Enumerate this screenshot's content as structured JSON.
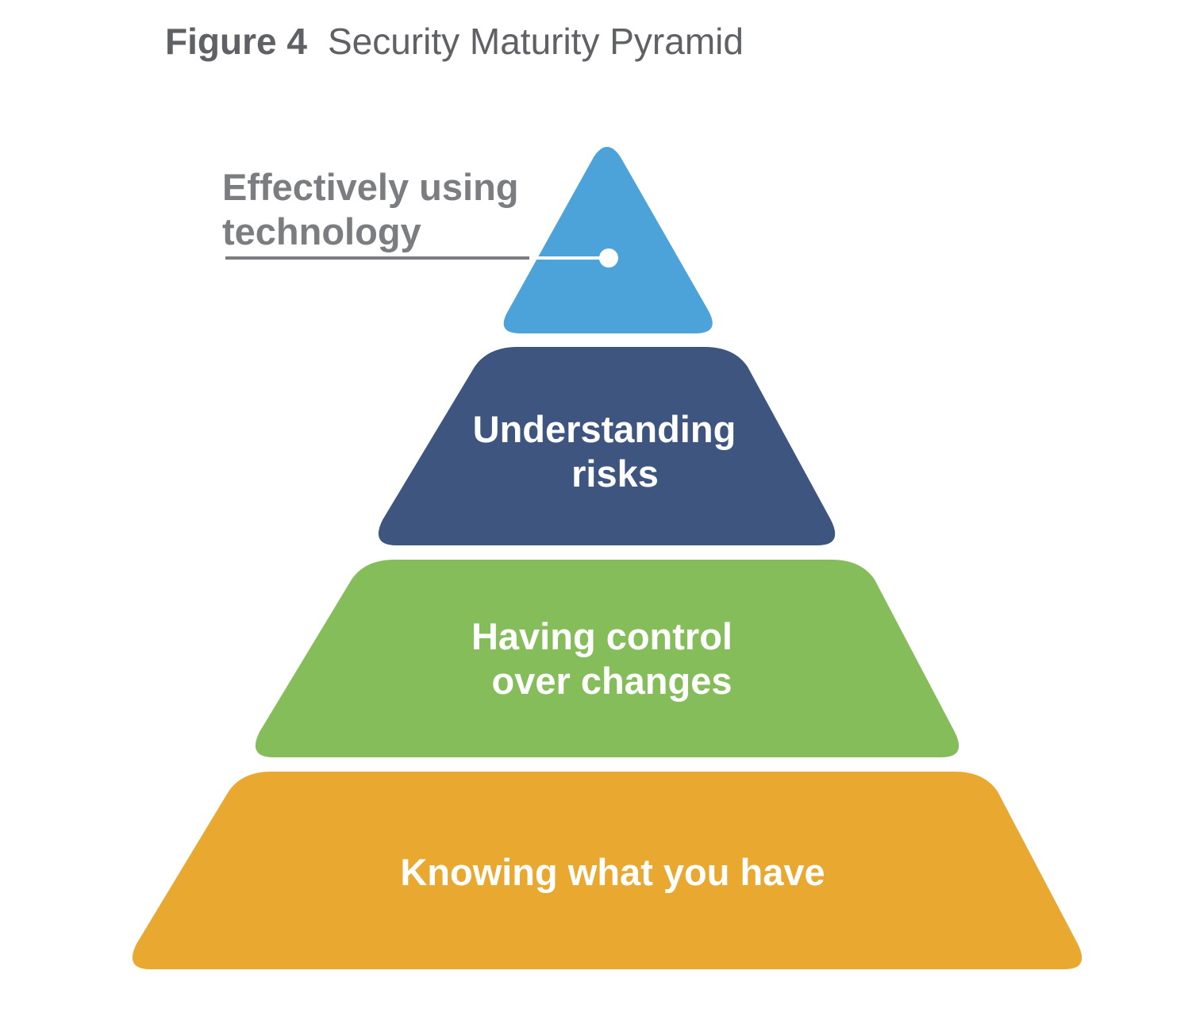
{
  "figure": {
    "number": "Figure 4",
    "title": "Security Maturity Pyramid"
  },
  "pyramid": {
    "tiers": [
      {
        "id": "top",
        "lines": [
          "Effectively using",
          "technology"
        ],
        "color": "#4ba3d9",
        "label_style": "callout"
      },
      {
        "id": "upper-middle",
        "lines": [
          "Understanding",
          "risks"
        ],
        "color": "#3e5580",
        "label_style": "inside"
      },
      {
        "id": "lower-middle",
        "lines": [
          "Having control",
          "over changes"
        ],
        "color": "#85bd5b",
        "label_style": "inside"
      },
      {
        "id": "base",
        "lines": [
          "Knowing what you have"
        ],
        "color": "#e9a830",
        "label_style": "inside"
      }
    ],
    "callout_line_color": "#7b7d80"
  }
}
